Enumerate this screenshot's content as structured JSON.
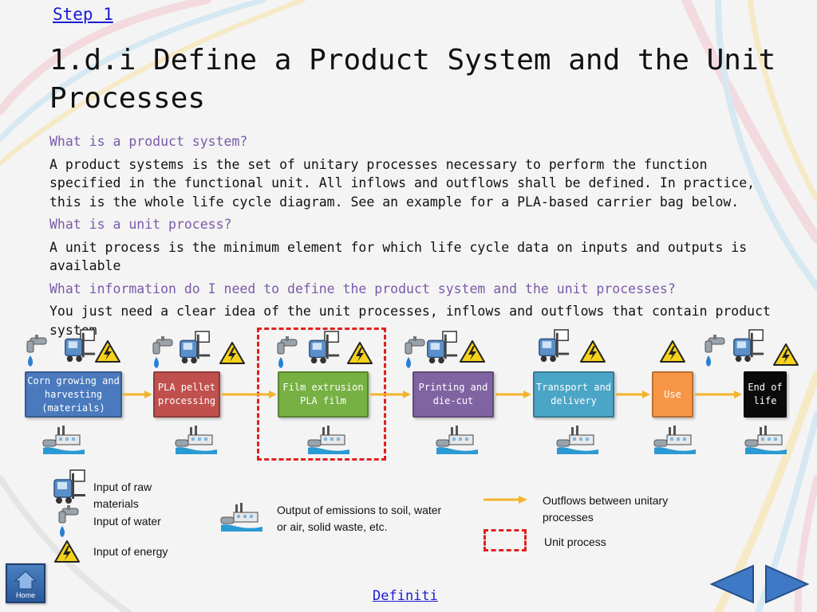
{
  "header": {
    "step_link": "Step 1"
  },
  "title": "1.d.i Define a Product System and the Unit Processes",
  "content": {
    "q1": "What is a product system?",
    "a1": "A product systems is the set of unitary processes necessary to perform the function specified in the functional unit. All inflows and outflows shall be defined. In practice, this is the whole life cycle diagram. See an example for a PLA-based carrier bag below.",
    "q2": "What is a unit process?",
    "a2": "A unit process is the minimum element for which life cycle data on inputs and outputs is available",
    "q3": "What information do I need to define the product system and the unit processes?",
    "a3": "You just need a clear idea of the unit processes, inflows and outflows that contain product system"
  },
  "flow": {
    "boxes": [
      {
        "label": "Corn growing and harvesting (materials)",
        "color": "#4a7abd"
      },
      {
        "label": "PLA pellet processing",
        "color": "#c0504d"
      },
      {
        "label": "Film extrusion PLA film",
        "color": "#77b043"
      },
      {
        "label": "Printing and die-cut",
        "color": "#8064a2"
      },
      {
        "label": "Transport and delivery",
        "color": "#4aa5c6"
      },
      {
        "label": "Use",
        "color": "#f79646"
      },
      {
        "label": "End of life",
        "color": "#0a0a0a"
      }
    ],
    "arrow_color": "#f2b42c",
    "unit_box_color": "#e02020"
  },
  "legend": {
    "raw_materials": "Input of raw materials",
    "water": "Input of water",
    "energy": "Input of energy",
    "emissions": "Output of emissions to soil, water or air, solid waste, etc.",
    "outflows": "Outflows between unitary processes",
    "unit_process": "Unit process"
  },
  "footer": {
    "home_label": "Home",
    "definitions_link": "Definiti",
    "prev_icon": "triangle-left-icon",
    "next_icon": "triangle-right-icon"
  }
}
